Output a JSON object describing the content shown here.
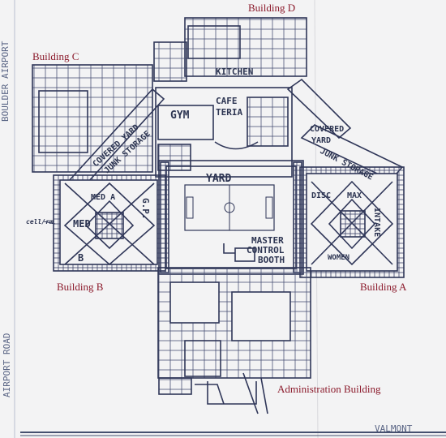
{
  "map": {
    "buildings": {
      "a": "Building A",
      "b": "Building B",
      "c": "Building C",
      "d": "Building D",
      "admin": "Administration Building"
    },
    "annotations": {
      "kitchen": "KITCHEN",
      "cafe_1": "CAFE",
      "cafe_2": "TERIA",
      "gym": "GYM",
      "yard": "YARD",
      "covered_yard_left": "COVERED YARD",
      "junk_storage_left": "JUNK STORAGE",
      "covered_yard_right_1": "COVERED",
      "covered_yard_right_2": "YARD",
      "junk_storage_right": "JUNK STORAGE",
      "med_a": "MED A",
      "gp": "G.P.",
      "med_b_1": "MED",
      "med_b_2": "B",
      "master_1": "MASTER",
      "master_2": "CONTROL",
      "master_3": "BOOTH",
      "disc": "DISC",
      "max": "MAX",
      "intake": "INTAKE",
      "women": "WOMEN",
      "left_note": "cell/rm"
    },
    "roads": {
      "airport": "AIRPORT ROAD",
      "valmont": "VALMONT",
      "left_top": "BOULDER AIRPORT"
    }
  }
}
